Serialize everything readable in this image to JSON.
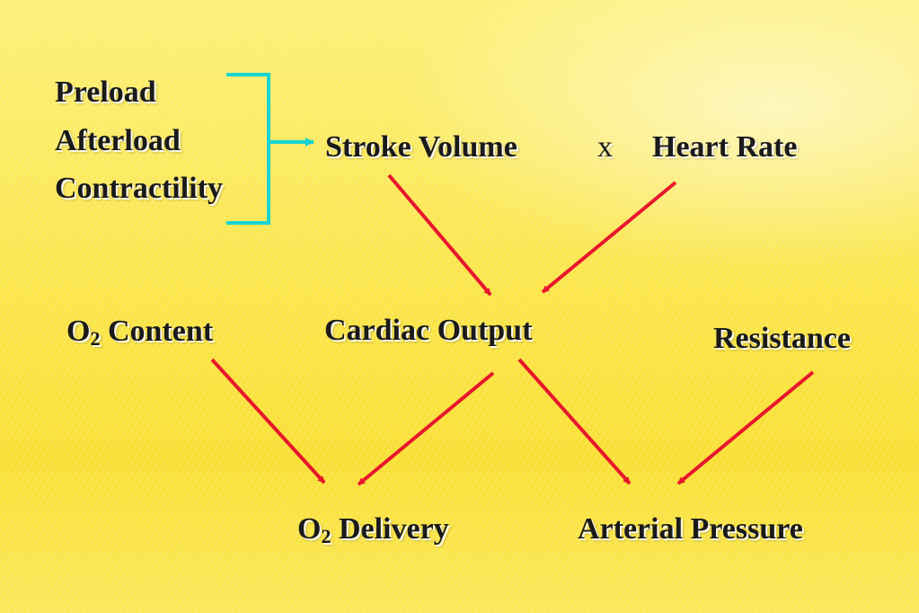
{
  "colors": {
    "arrow": "#e8162c",
    "bracket": "#17d3d3",
    "text": "#1a1a1a"
  },
  "diagram": {
    "preload": "Preload",
    "afterload": "Afterload",
    "contractility": "Contractility",
    "stroke_volume": "Stroke Volume",
    "times_symbol": "x",
    "heart_rate": "Heart Rate",
    "cardiac_output": "Cardiac Output",
    "o2_prefix": "O",
    "o2_subscript": "2",
    "content_label": "Content",
    "resistance": "Resistance",
    "delivery_label": "Delivery",
    "arterial_pressure": "Arterial Pressure"
  }
}
